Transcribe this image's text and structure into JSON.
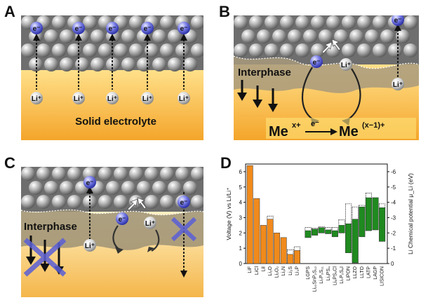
{
  "panels": {
    "a": {
      "letter": "A",
      "electron": "e⁻",
      "ion": "Li⁺",
      "electrolyte_label": "Solid electrolyte"
    },
    "b": {
      "letter": "B",
      "electron": "e⁻",
      "ion": "Li⁺",
      "interphase_label": "Interphase",
      "reaction": {
        "left": "Me",
        "left_sup": "x+",
        "over_arrow": "e⁻",
        "right": "Me",
        "right_sup": "(x−1)+"
      }
    },
    "c": {
      "letter": "C",
      "electron": "e⁻",
      "ion": "Li⁺",
      "interphase_label": "Interphase"
    },
    "d": {
      "letter": "D"
    }
  },
  "colors": {
    "electrolyte_top": "#ffd470",
    "electrolyte_bottom": "#f5a623",
    "electron": "#5a5fd6",
    "sphere": "#9a9a9a",
    "binary_bar": "#f08a1c",
    "ssc_bar": "#1f8a1f"
  },
  "chart_data": {
    "type": "bar",
    "ylabel": "Voltage (V) vs Li/Li⁺",
    "y2label": "Li Chemical potential μ_Li (eV)",
    "ylim": [
      0,
      6.5
    ],
    "y2lim": [
      0,
      -6.5
    ],
    "yticks": [
      0,
      1,
      2,
      3,
      4,
      5,
      6
    ],
    "y2ticks": [
      "0",
      "-1",
      "-2",
      "-3",
      "-4",
      "-5",
      "-6"
    ],
    "series": [
      {
        "group": "binary",
        "categories": [
          "LiF",
          "LiCl",
          "LiI",
          "Li2O",
          "Li2O2",
          "Li3N",
          "Li2S",
          "Li3P"
        ],
        "labels": [
          "LiF",
          "LiCl",
          "LiI",
          "Li₂O",
          "Li₂O₂",
          "Li₃N",
          "Li₂S",
          "Li₃P"
        ],
        "low": [
          0,
          0,
          0,
          0,
          0,
          0,
          0,
          0
        ],
        "high": [
          6.4,
          4.25,
          2.5,
          2.9,
          2.0,
          1.7,
          0.6,
          0.85
        ],
        "dashed_high": [
          null,
          null,
          null,
          3.1,
          null,
          null,
          0.9,
          1.1
        ]
      },
      {
        "group": "ssc",
        "categories": [
          "LGPS",
          "Li10SnP2S12",
          "Li7P3S11",
          "Li3PS4",
          "Li6PS5Cl",
          "Li7P2S8I",
          "LiPON",
          "LLZO",
          "LLTO",
          "LATP",
          "LAGP",
          "LISICON"
        ],
        "labels": [
          "LGPS",
          "Li₁₀SnP₂S₁₂",
          "Li₇P₃S₁₁",
          "Li₃PS₄",
          "Li₆PS₅Cl",
          "Li₇P₂S₈I",
          "LiPON",
          "LLZO",
          "LLTO",
          "LATP",
          "LAGP",
          "LISICON"
        ],
        "low": [
          1.7,
          1.85,
          2.0,
          1.95,
          1.75,
          2.0,
          0.7,
          0.05,
          1.75,
          2.15,
          2.2,
          1.45
        ],
        "high": [
          2.15,
          2.25,
          2.35,
          2.2,
          2.15,
          2.5,
          2.6,
          2.9,
          3.7,
          4.3,
          4.3,
          3.65
        ],
        "dashed_high": [
          2.35,
          2.3,
          2.4,
          2.35,
          2.35,
          2.85,
          3.9,
          3.7,
          3.8,
          4.6,
          4.3,
          3.9
        ]
      }
    ]
  }
}
